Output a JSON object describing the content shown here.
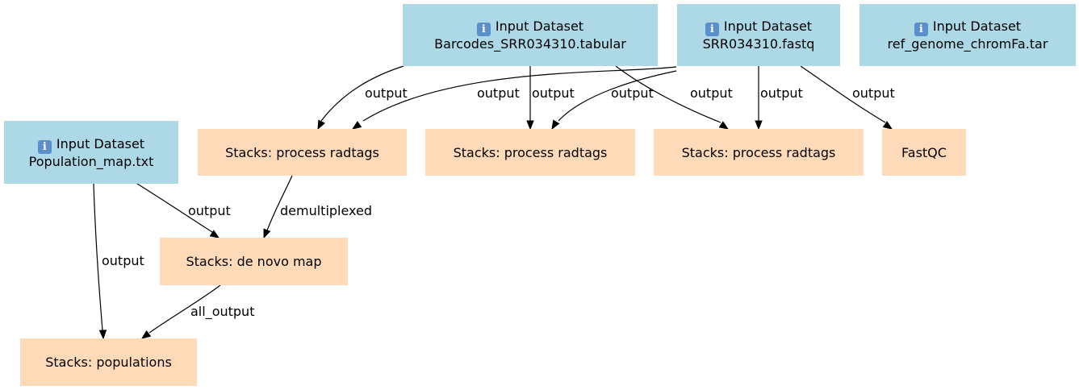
{
  "nodes": {
    "in_barcodes": {
      "kind": "Input Dataset",
      "name": "Barcodes_SRR034310.tabular",
      "icon": "info-icon"
    },
    "in_fastq": {
      "kind": "Input Dataset",
      "name": "SRR034310.fastq",
      "icon": "info-icon"
    },
    "in_ref": {
      "kind": "Input Dataset",
      "name": "ref_genome_chromFa.tar",
      "icon": "info-icon"
    },
    "in_popmap": {
      "kind": "Input Dataset",
      "name": "Population_map.txt",
      "icon": "info-icon"
    },
    "radtags_1": {
      "label": "Stacks: process radtags"
    },
    "radtags_2": {
      "label": "Stacks: process radtags"
    },
    "radtags_3": {
      "label": "Stacks: process radtags"
    },
    "fastqc": {
      "label": "FastQC"
    },
    "denovo": {
      "label": "Stacks: de novo map"
    },
    "populations": {
      "label": "Stacks: populations"
    }
  },
  "edges": [
    {
      "from": "in_barcodes",
      "to": "radtags_1",
      "label": "output"
    },
    {
      "from": "in_fastq",
      "to": "radtags_1",
      "label": "output"
    },
    {
      "from": "in_barcodes",
      "to": "radtags_2",
      "label": "output"
    },
    {
      "from": "in_fastq",
      "to": "radtags_2",
      "label": "output"
    },
    {
      "from": "in_barcodes",
      "to": "radtags_3",
      "label": "output"
    },
    {
      "from": "in_fastq",
      "to": "radtags_3",
      "label": "output"
    },
    {
      "from": "in_fastq",
      "to": "fastqc",
      "label": "output"
    },
    {
      "from": "in_popmap",
      "to": "denovo",
      "label": "output"
    },
    {
      "from": "radtags_1",
      "to": "denovo",
      "label": "demultiplexed"
    },
    {
      "from": "in_popmap",
      "to": "populations",
      "label": "output"
    },
    {
      "from": "denovo",
      "to": "populations",
      "label": "all_output"
    }
  ],
  "colors": {
    "input": "#add8e6",
    "tool": "#ffdab9",
    "edge": "#000000"
  }
}
